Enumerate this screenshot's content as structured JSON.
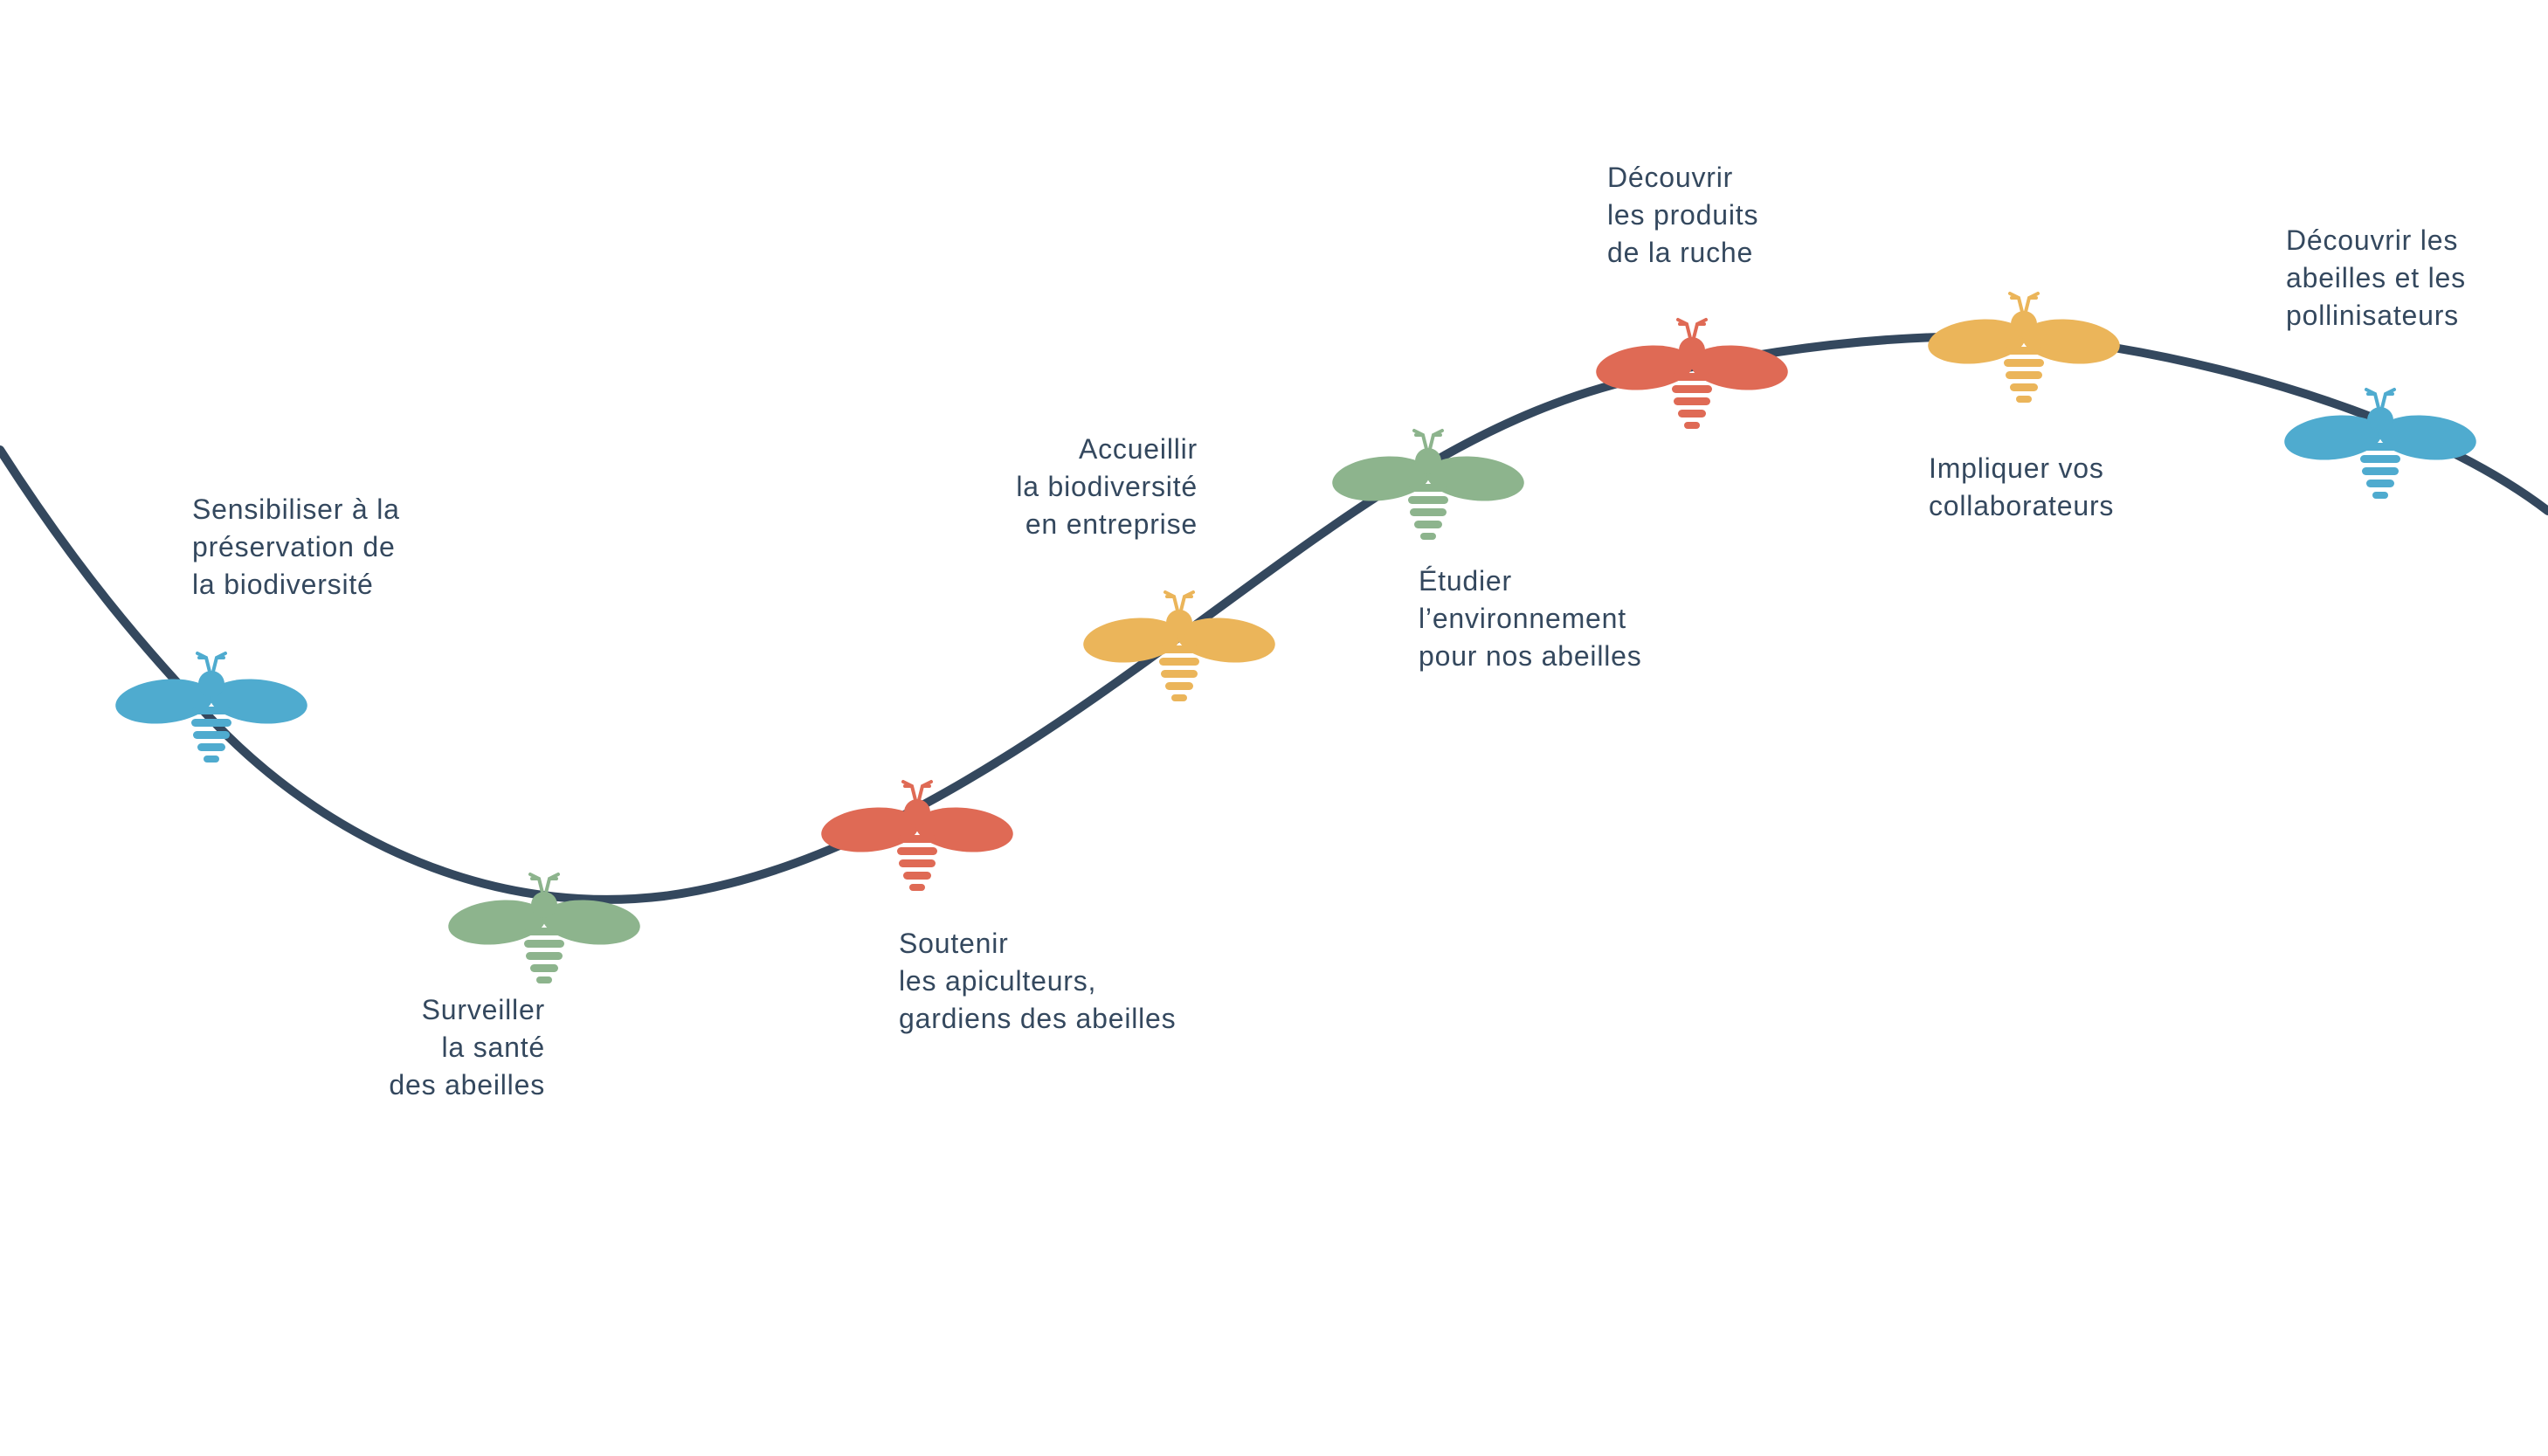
{
  "colors": {
    "curve": "#34485e",
    "text": "#34485e",
    "blue": "#4fabcf",
    "green": "#8db48d",
    "red": "#df6a55",
    "yellow": "#ebb55a"
  },
  "steps": [
    {
      "id": "sensibiliser",
      "color": "blue",
      "lines": [
        "Sensibiliser à la",
        "préservation de",
        "la biodiversité"
      ]
    },
    {
      "id": "surveiller",
      "color": "green",
      "lines": [
        "Surveiller",
        "la santé",
        "des abeilles"
      ]
    },
    {
      "id": "soutenir",
      "color": "red",
      "lines": [
        "Soutenir",
        "les apiculteurs,",
        "gardiens des abeilles"
      ]
    },
    {
      "id": "accueillir",
      "color": "yellow",
      "lines": [
        "Accueillir",
        "la biodiversité",
        "en entreprise"
      ]
    },
    {
      "id": "etudier",
      "color": "green",
      "lines": [
        "Étudier",
        "l’environnement",
        "pour nos abeilles"
      ]
    },
    {
      "id": "decouvrir-produits",
      "color": "red",
      "lines": [
        "Découvrir",
        "les produits",
        "de la ruche"
      ]
    },
    {
      "id": "impliquer",
      "color": "yellow",
      "lines": [
        "Impliquer vos",
        "collaborateurs"
      ]
    },
    {
      "id": "decouvrir-abeilles",
      "color": "blue",
      "lines": [
        "Découvrir les",
        "abeilles et les",
        "pollinisateurs"
      ]
    }
  ]
}
